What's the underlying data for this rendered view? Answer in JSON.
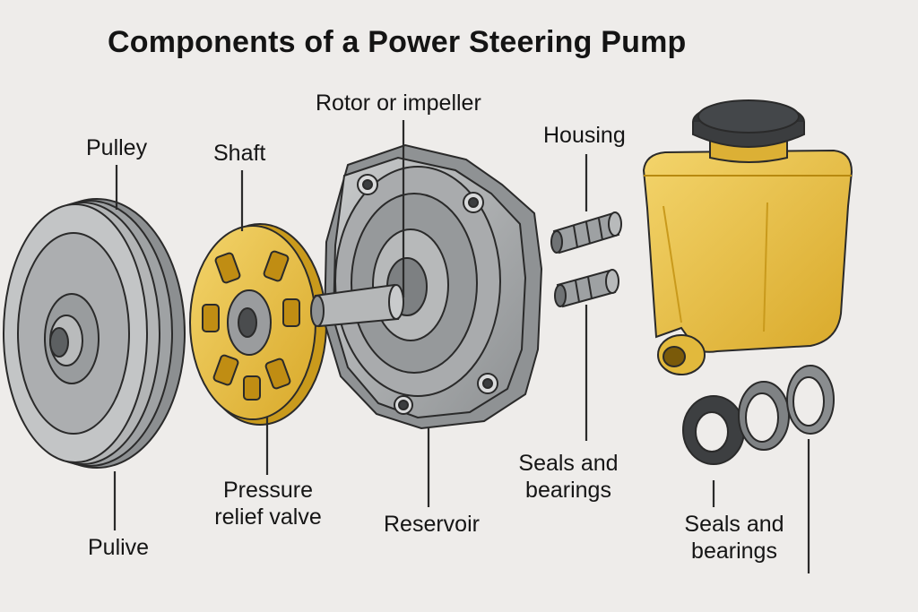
{
  "title": "Components of a Power Steering Pump",
  "labels": {
    "pulley": "Pulley",
    "shaft": "Shaft",
    "rotor_or_impeller": "Rotor or impeller",
    "housing": "Housing",
    "pulley_bottom": "Pulive",
    "pressure_relief_valve_line1": "Pressure",
    "pressure_relief_valve_line2": "relief valve",
    "reservoir": "Reservoir",
    "seals_and_bearings_middle_line1": "Seals and",
    "seals_and_bearings_middle_line2": "bearings",
    "seals_and_bearings_right_line1": "Seals and",
    "seals_and_bearings_right_line2": "bearings"
  },
  "colors": {
    "background": "#eeecea",
    "metal_gray": "#a4a6a8",
    "metal_dark": "#6f7274",
    "yellow_part": "#e8c24a",
    "yellow_dark": "#c99a1c",
    "outline": "#2a2a2a"
  }
}
